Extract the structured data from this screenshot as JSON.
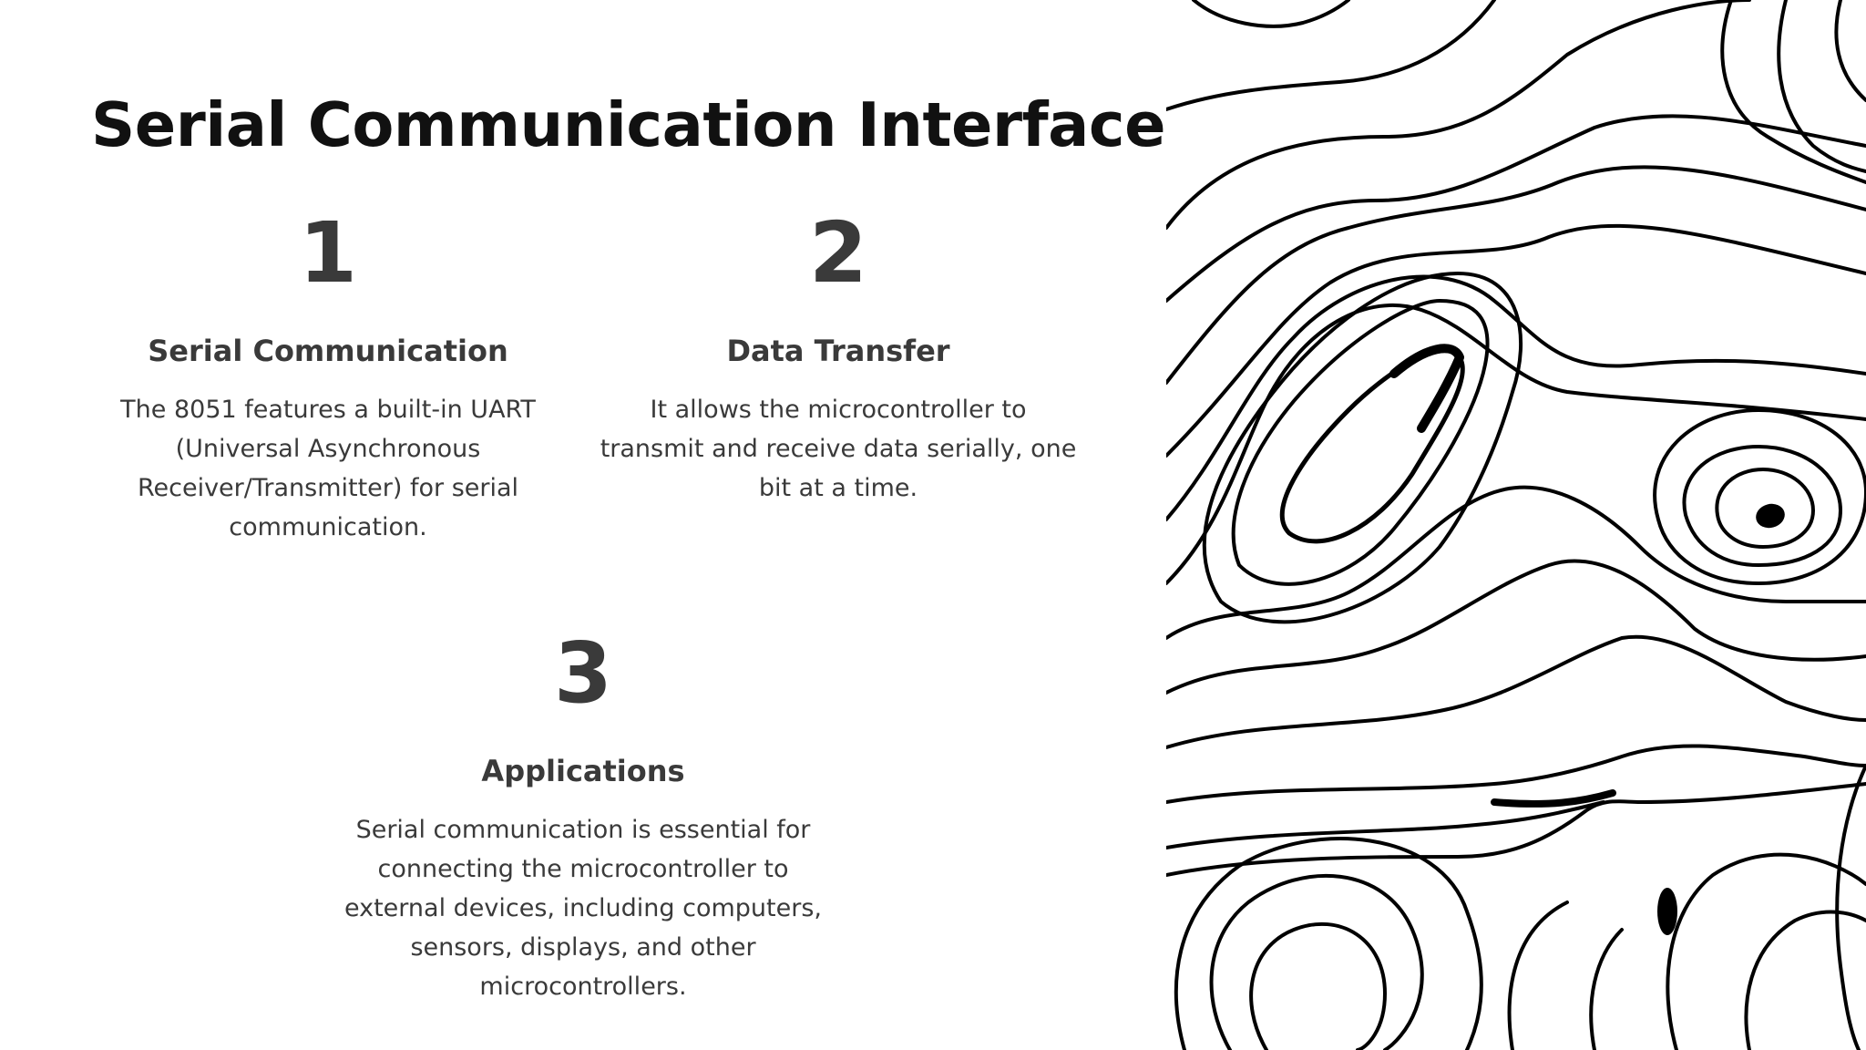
{
  "slide": {
    "title": "Serial Communication Interface",
    "items": [
      {
        "number": "1",
        "heading": "Serial Communication",
        "text": "The 8051 features a built-in UART (Universal Asynchronous Receiver/Transmitter) for serial communication."
      },
      {
        "number": "2",
        "heading": "Data Transfer",
        "text": "It allows the microcontroller to transmit and receive data serially, one bit at a time."
      },
      {
        "number": "3",
        "heading": "Applications",
        "text": "Serial communication is essential for connecting the microcontroller to external devices, including computers, sensors, displays, and other microcontrollers."
      }
    ]
  }
}
